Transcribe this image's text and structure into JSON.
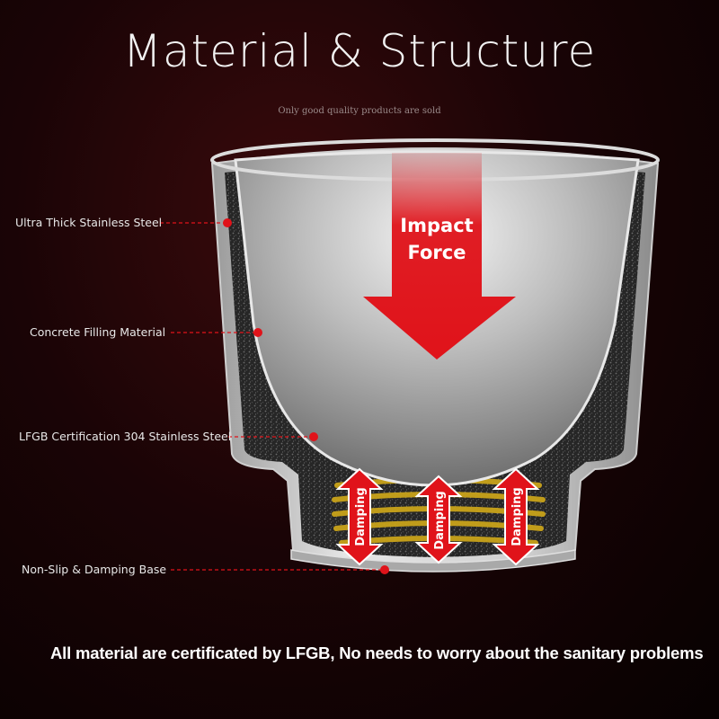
{
  "header": {
    "title": "Material & Structure",
    "subtitle": "Only good quality products are sold"
  },
  "callouts": [
    {
      "label": "Ultra Thick Stainless Steel"
    },
    {
      "label": "Concrete Filling Material"
    },
    {
      "label": "LFGB Certification 304 Stainless Steel"
    },
    {
      "label": "Non-Slip & Damping Base"
    }
  ],
  "impact": {
    "line1": "Impact",
    "line2": "Force"
  },
  "damping": {
    "label": "Damping"
  },
  "footer": {
    "text": "All material are certificated by LFGB, No needs to worry about the sanitary problems"
  },
  "colors": {
    "accent": "#e0131a",
    "steel": "#b8b8b8",
    "filling": "#2a2a2a",
    "spring": "#d4b020"
  }
}
